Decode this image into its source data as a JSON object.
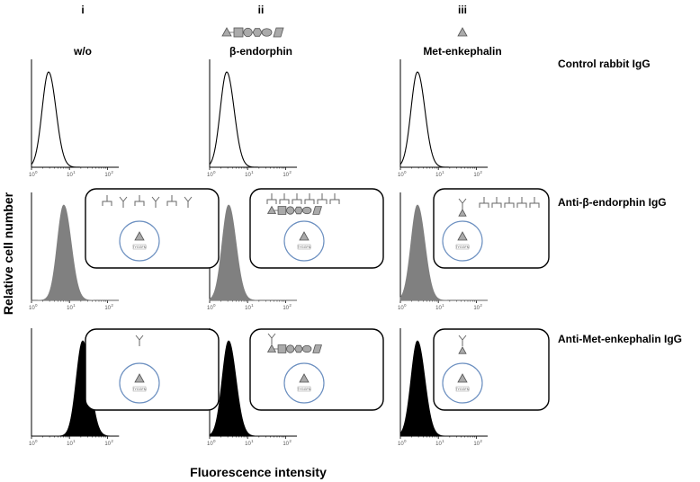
{
  "columns": [
    {
      "roman": "i",
      "title": "w/o",
      "peptide": "none"
    },
    {
      "roman": "ii",
      "title": "β-endorphin",
      "peptide": "beta-endorphin"
    },
    {
      "roman": "iii",
      "title": "Met-enkephalin",
      "peptide": "met-enkephalin"
    }
  ],
  "rows": [
    {
      "label": "Control rabbit IgG",
      "style": "outline"
    },
    {
      "label": "Anti-β-endorphin IgG",
      "style": "gray"
    },
    {
      "label": "Anti-Met-enkephalin IgG",
      "style": "black"
    }
  ],
  "axes": {
    "y_label": "Relative cell number",
    "x_label": "Fluorescence intensity",
    "tick_base": "10",
    "tick_exponents": [
      "0",
      "1",
      "2"
    ],
    "log_scale": true
  },
  "receptor_label": "TYGGFM",
  "colors": {
    "cell_circle": "#6b8fc0",
    "peptide_fill": "#aaaaaa",
    "peptide_stroke": "#555555",
    "histogram_gray": "#808080",
    "histogram_black": "#000000"
  },
  "histogram_peaks_log10": [
    [
      0.45,
      0.45,
      0.45
    ],
    [
      0.85,
      0.5,
      0.45
    ],
    [
      1.35,
      0.5,
      0.45
    ]
  ]
}
